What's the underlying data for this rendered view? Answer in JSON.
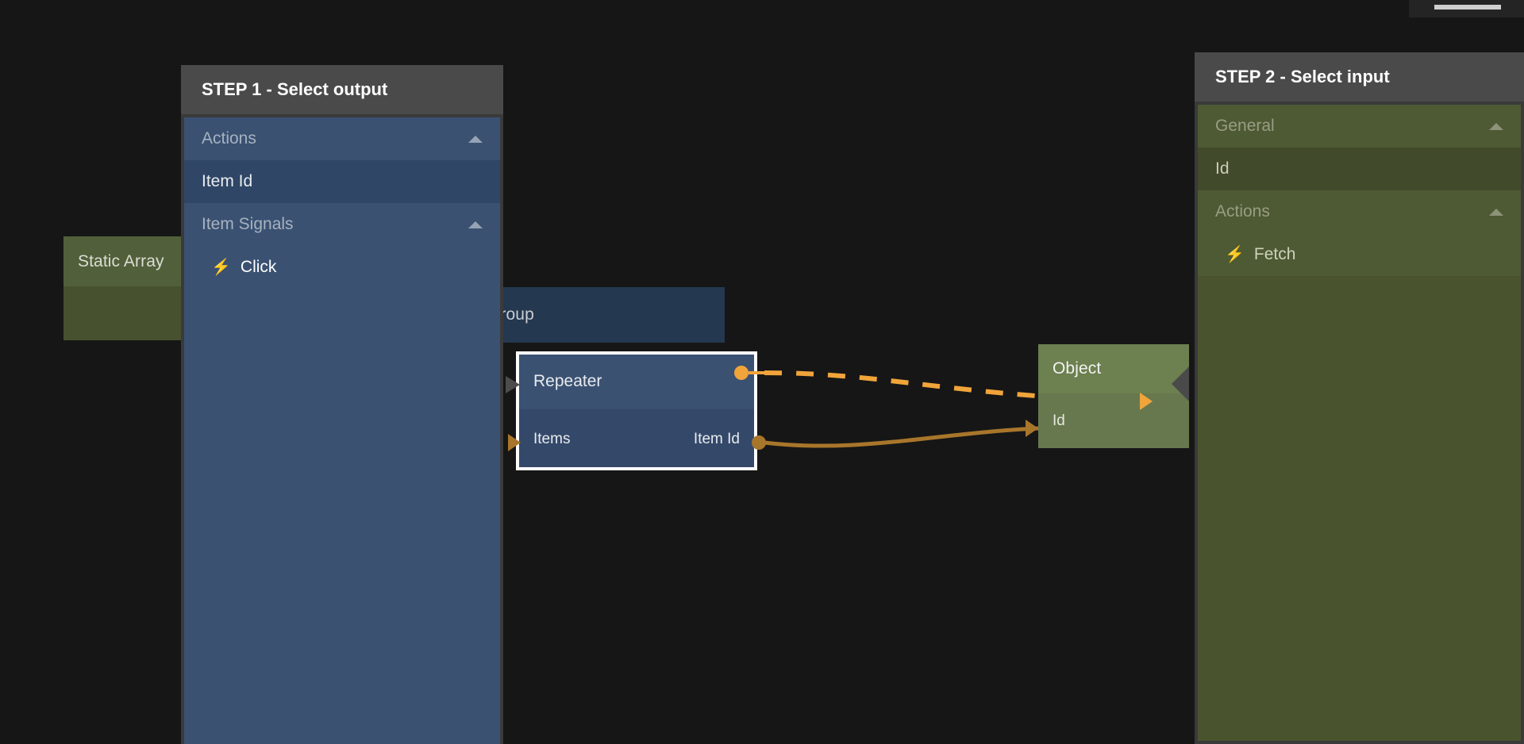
{
  "app": {
    "background_color": "#161616",
    "accent_color": "#f0a43a",
    "wire_color": "#a8762b"
  },
  "topbar": {
    "menu_icon": "hamburger-icon"
  },
  "graph": {
    "nodes": [
      {
        "name": "Static Array",
        "title": "Static Array",
        "type": "data",
        "color": "#51603a"
      },
      {
        "name": "Group",
        "title": "Group",
        "type": "container",
        "color": "#24384f"
      },
      {
        "name": "Repeater",
        "title": "Repeater",
        "type": "logic",
        "color": "#3a5172",
        "selected": true,
        "input_port": "Items",
        "output_port": "Item Id"
      },
      {
        "name": "Object",
        "title": "Object",
        "type": "data",
        "color": "#6c8050",
        "input_port": "Id"
      }
    ],
    "connections": [
      {
        "from": "Repeater.signal",
        "to": "Object.signal",
        "style": "dashed",
        "color": "#f0a43a"
      },
      {
        "from": "Repeater.Item Id",
        "to": "Object.Id",
        "style": "solid",
        "color": "#a8762b"
      }
    ]
  },
  "step1": {
    "title": "STEP 1 - Select output",
    "panel_color": "#3a5172",
    "rows": [
      {
        "label": "Actions",
        "kind": "group",
        "caret": "chevron-up-icon"
      },
      {
        "label": "Item Id",
        "kind": "leaf"
      },
      {
        "label": "Item Signals",
        "kind": "group",
        "caret": "chevron-up-icon"
      },
      {
        "label": "Click",
        "kind": "child",
        "icon": "lightning-bolt-icon",
        "glyph": "⚡"
      }
    ]
  },
  "step2": {
    "title": "STEP 2 - Select input",
    "panel_color": "#49542f",
    "rows": [
      {
        "label": "General",
        "kind": "group",
        "caret": "chevron-up-icon"
      },
      {
        "label": "Id",
        "kind": "leaf"
      },
      {
        "label": "Actions",
        "kind": "group",
        "caret": "chevron-up-icon"
      },
      {
        "label": "Fetch",
        "kind": "child",
        "icon": "lightning-bolt-icon",
        "glyph": "⚡"
      }
    ]
  }
}
